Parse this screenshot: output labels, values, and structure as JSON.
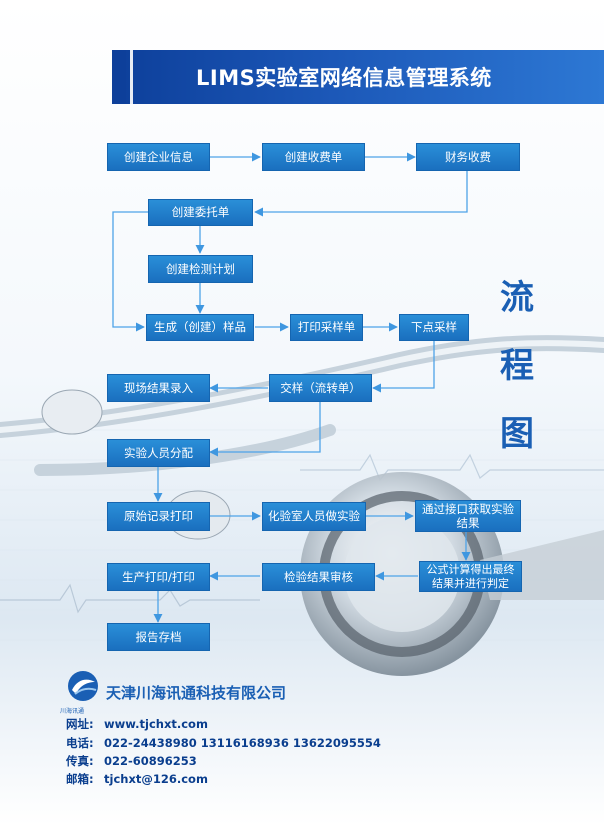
{
  "header": {
    "title": "LIMS实验室网络信息管理系统"
  },
  "side_title": [
    "流",
    "程",
    "图"
  ],
  "flow": {
    "create_company": "创建企业信息",
    "create_fee": "创建收费单",
    "finance_fee": "财务收费",
    "create_order": "创建委托单",
    "create_plan": "创建检测计划",
    "gen_sample": "生成（创建）样品",
    "print_sampling": "打印采样单",
    "place_sampling": "下点采样",
    "site_result": "现场结果录入",
    "handover": "交样（流转单）",
    "assign_staff": "实验人员分配",
    "print_record": "原始记录打印",
    "do_experiment": "化验室人员做实验",
    "get_data": "通过接口获取实验结果",
    "formula": "公式计算得出最终结果并进行判定",
    "review": "检验结果审核",
    "prod_print": "生产打印/打印",
    "archive": "报告存档"
  },
  "company": {
    "logo_text": "川海讯通",
    "name": "天津川海讯通科技有限公司",
    "website_label": "网址:",
    "website": "www.tjchxt.com",
    "phone_label": "电话:",
    "phone": "022-24438980  13116168936  13622095554",
    "fax_label": "传真:",
    "fax": "022-60896253",
    "email_label": "邮箱:",
    "email": "tjchxt@126.com"
  },
  "colors": {
    "brand_blue": "#1a6fbf",
    "dark_blue": "#0d3f9a",
    "arrow_blue": "#4ea3e8"
  }
}
